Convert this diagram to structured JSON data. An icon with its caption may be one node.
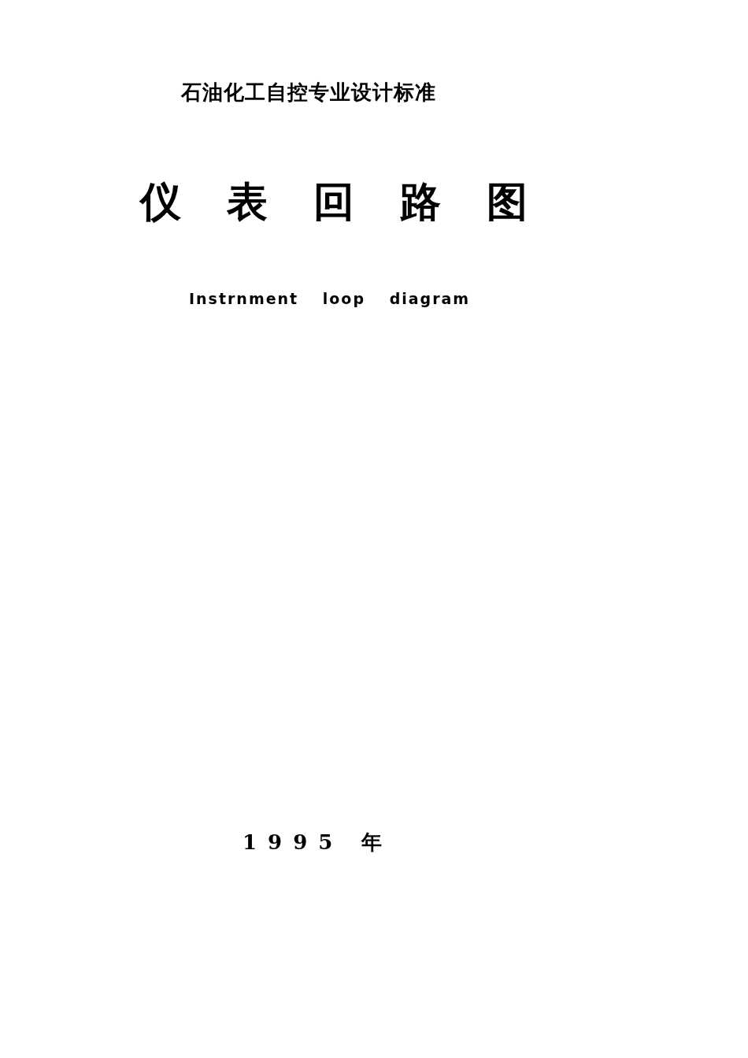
{
  "diagram": {
    "title": "仪表回路图",
    "labels": [
      "石油化工自控专业设计标准",
      "Instrnment loop diagram",
      "1995 年"
    ]
  }
}
